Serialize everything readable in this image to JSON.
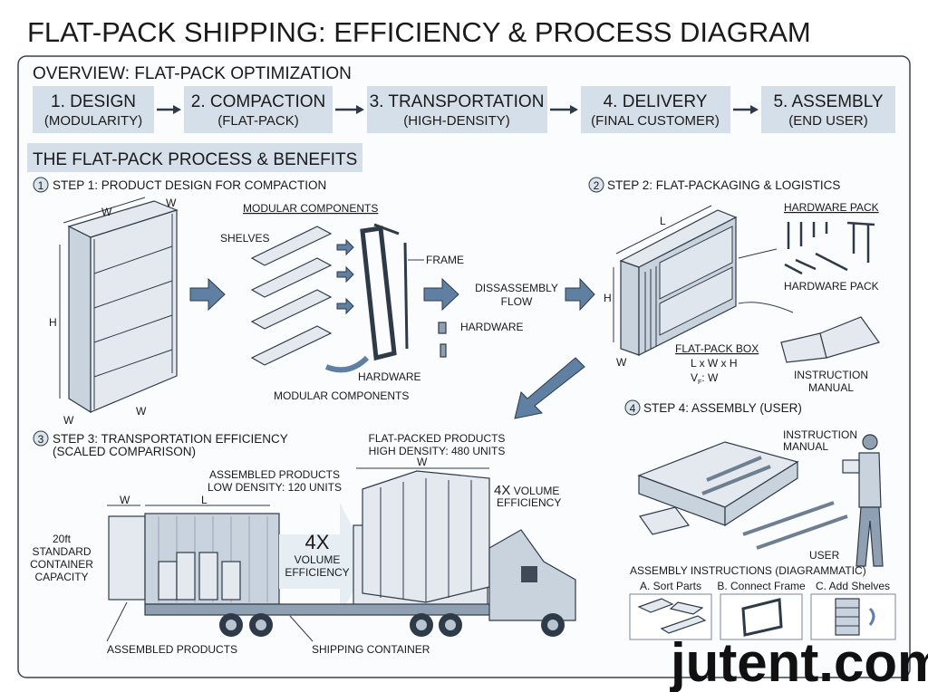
{
  "title": "FLAT-PACK SHIPPING: EFFICIENCY & PROCESS DIAGRAM",
  "overview": {
    "heading": "OVERVIEW: FLAT-PACK OPTIMIZATION",
    "steps": [
      {
        "label": "1. DESIGN",
        "sub": "(MODULARITY)"
      },
      {
        "label": "2. COMPACTION",
        "sub": "(FLAT-PACK)"
      },
      {
        "label": "3. TRANSPORTATION",
        "sub": "(HIGH-DENSITY)"
      },
      {
        "label": "4. DELIVERY",
        "sub": "(FINAL CUSTOMER)"
      },
      {
        "label": "5. ASSEMBLY",
        "sub": "(END USER)"
      }
    ]
  },
  "section_heading": "THE FLAT-PACK PROCESS & BENEFITS",
  "step1": {
    "num": "1",
    "title": "STEP 1: PRODUCT DESIGN FOR COMPACTION",
    "dim_w": "W",
    "dim_h": "H",
    "modular_top": "MODULAR COMPONENTS",
    "shelves": "SHELVES",
    "frame": "FRAME",
    "hardware": "HARDWARE",
    "hardware2": "HARDWARE",
    "modular_bottom": "MODULAR COMPONENTS",
    "flow": [
      "DISSASSEMBLY",
      "FLOW"
    ]
  },
  "step2": {
    "num": "2",
    "title": "STEP 2: FLAT-PACKAGING & LOGISTICS",
    "dim_l": "L",
    "dim_h": "H",
    "dim_w": "W",
    "hardware_top": "HARDWARE PACK",
    "hardware_bottom": "HARDWARE PACK",
    "box_title": "FLAT-PACK BOX",
    "box_dims": "L x W x H",
    "box_vf": "V",
    "box_vf_sub": "F",
    "box_vf_rest": ": W",
    "manual": [
      "INSTRUCTION",
      "MANUAL"
    ]
  },
  "step3": {
    "num": "3",
    "title": [
      "STEP 3: TRANSPORTATION EFFICIENCY",
      "(SCALED COMPARISON)"
    ],
    "flat_label": [
      "FLAT-PACKED PRODUCTS",
      "HIGH DENSITY: 480 UNITS"
    ],
    "assembled_label": [
      "ASSEMBLED PRODUCTS",
      "LOW DENSITY: 120 UNITS"
    ],
    "dim_w": "W",
    "dim_l": "L",
    "dim_w2": "W",
    "capacity": [
      "20ft",
      "STANDARD",
      "CONTAINER",
      "CAPACITY"
    ],
    "arrow_big": "4X",
    "arrow_text": [
      "VOLUME",
      "EFFICIENCY"
    ],
    "side_big": "4X",
    "side_text": [
      "VOLUME",
      "EFFICIENCY"
    ],
    "bottom_assembled": "ASSEMBLED PRODUCTS",
    "bottom_container": "SHIPPING CONTAINER"
  },
  "step4": {
    "num": "4",
    "title": "STEP 4: ASSEMBLY (USER)",
    "manual": [
      "INSTRUCTION",
      "MANUAL"
    ],
    "user": "USER",
    "instructions_title": "ASSEMBLY INSTRUCTIONS (DIAGRAMMATIC)",
    "panels": [
      "A. Sort Parts",
      "B. Connect Frame",
      "C. Add Shelves"
    ]
  },
  "watermark": "jutent.com",
  "colors": {
    "panel": "#d5dfe9",
    "accent_arrow": "#5f7fa3",
    "line": "#2f3a48"
  }
}
